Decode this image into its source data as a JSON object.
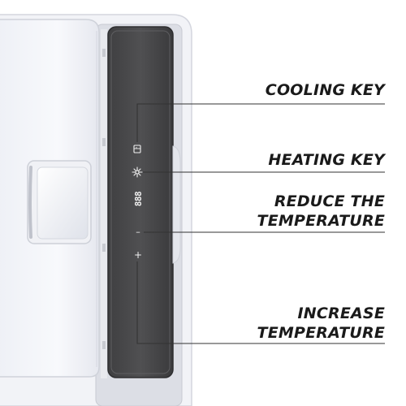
{
  "callouts": {
    "cooling_key": "COOLING KEY",
    "heating_key": "HEATING KEY",
    "reduce_line1": "REDUCE THE",
    "reduce_line2": "TEMPERATURE",
    "increase_line1": "INCREASE",
    "increase_line2": "TEMPERATURE"
  },
  "panel": {
    "display_readout": "888",
    "minus_symbol": "–",
    "plus_symbol": "+"
  },
  "colors": {
    "panel_dark": "#4a4a4c",
    "device_white": "#f4f5f9",
    "label_text": "#1a1a1a",
    "leader_line": "#333333"
  }
}
